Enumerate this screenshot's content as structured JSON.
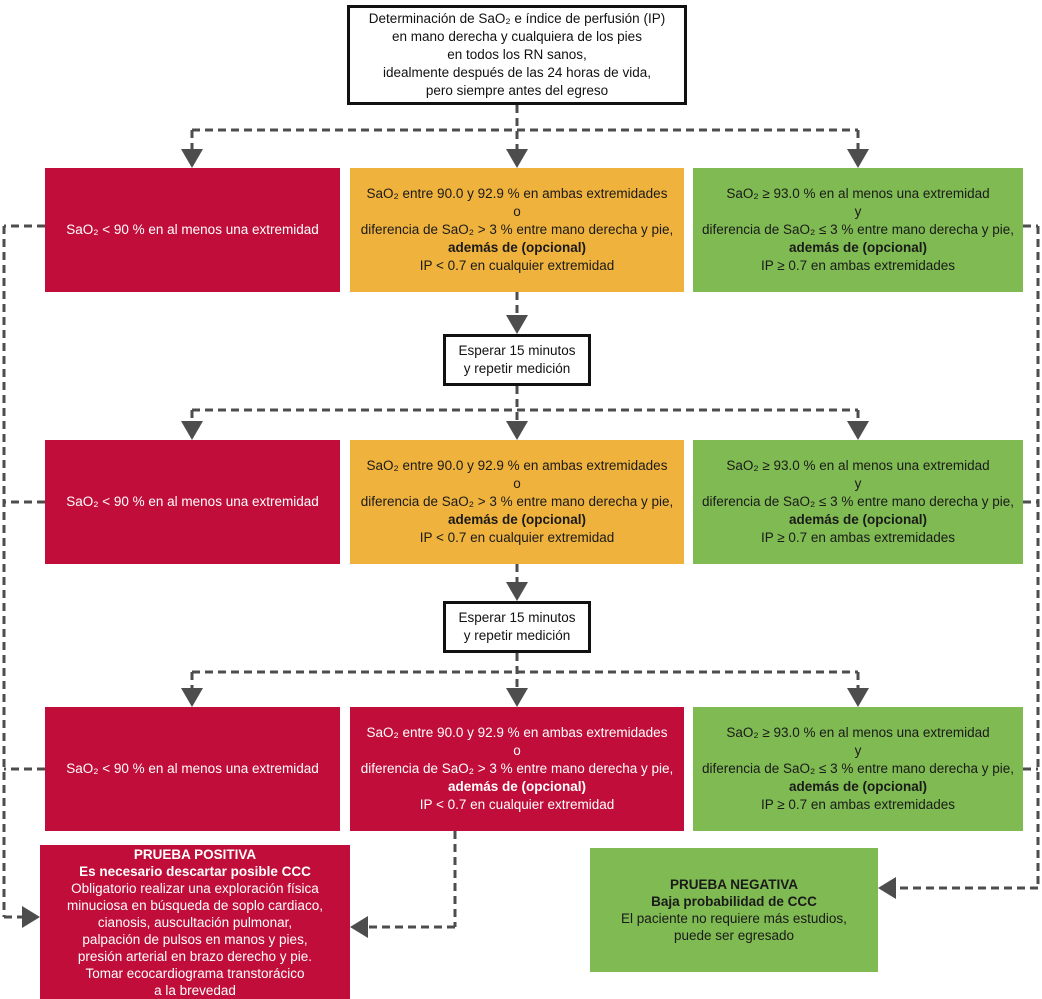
{
  "palette": {
    "red": "#C00D3A",
    "yellow": "#EFB23D",
    "green": "#7FBA52",
    "line_gray": "#4D4D4D",
    "text_on_red": "#FFFFFF",
    "text_dark": "#1A1A1A"
  },
  "start_box": {
    "lines": [
      {
        "text": "Determinación de SaO₂ e índice de perfusión (IP)"
      },
      {
        "text": "en mano derecha y cualquiera de los pies"
      },
      {
        "text": "en todos los RN sanos,"
      },
      {
        "text": "idealmente después de las 24 horas de vida,"
      },
      {
        "text": "pero siempre antes del egreso"
      }
    ]
  },
  "wait_box": {
    "lines": [
      {
        "text": "Esperar 15 minutos"
      },
      {
        "text": "y repetir medición"
      }
    ]
  },
  "outcomes": {
    "low_sao2": {
      "lines": [
        {
          "text": "SaO₂ < 90 % en al menos una extremidad"
        }
      ]
    },
    "intermediate": {
      "lines": [
        {
          "text": "SaO₂ entre 90.0 y 92.9 % en ambas extremidades"
        },
        {
          "text": "o"
        },
        {
          "text": "diferencia de SaO₂ > 3 % entre mano derecha y pie,"
        },
        {
          "text": "además de (opcional)",
          "bold": true
        },
        {
          "text": "IP < 0.7 en cualquier extremidad"
        }
      ]
    },
    "normal": {
      "lines": [
        {
          "text": "SaO₂ ≥ 93.0 % en al menos una extremidad"
        },
        {
          "text": "y"
        },
        {
          "text": "diferencia de SaO₂ ≤ 3 % entre mano derecha y pie,"
        },
        {
          "text": "además de (opcional)",
          "bold": true
        },
        {
          "text": "IP ≥ 0.7 en ambas extremidades"
        }
      ]
    }
  },
  "results": {
    "positive": {
      "lines": [
        {
          "text": "PRUEBA POSITIVA",
          "bold": true
        },
        {
          "text": "Es necesario descartar posible CCC",
          "bold": true
        },
        {
          "text": "Obligatorio realizar una exploración física"
        },
        {
          "text": "minuciosa en búsqueda de soplo cardiaco,"
        },
        {
          "text": "cianosis, auscultación pulmonar,"
        },
        {
          "text": "palpación de pulsos en manos y pies,"
        },
        {
          "text": "presión arterial en brazo derecho y pie."
        },
        {
          "text": "Tomar ecocardiograma transtorácico"
        },
        {
          "text": "a la brevedad"
        }
      ]
    },
    "negative": {
      "lines": [
        {
          "text": "PRUEBA NEGATIVA",
          "bold": true
        },
        {
          "text": "Baja probabilidad de CCC",
          "bold": true
        },
        {
          "text": "El paciente no requiere más estudios,"
        },
        {
          "text": "puede ser egresado"
        }
      ]
    }
  }
}
